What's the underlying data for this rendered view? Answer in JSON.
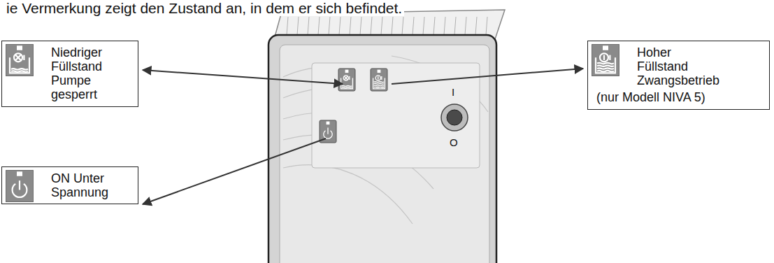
{
  "diagram": {
    "nodes": [
      {
        "text": [
          "Niedriger Füllstand Pumpe gesperrt"
        ]
      },
      {
        "text": [
          "Hoher Füllstand Zwangsbetrieb",
          "(nur Modell NIVA 5)"
        ]
      },
      {
        "text": [
          "ON Unter Spannung"
        ]
      }
    ],
    "labels": [
      "ie Vermerkung zeigt den Zustand an, in dem er sich befindet.",
      "I",
      "O"
    ]
  }
}
